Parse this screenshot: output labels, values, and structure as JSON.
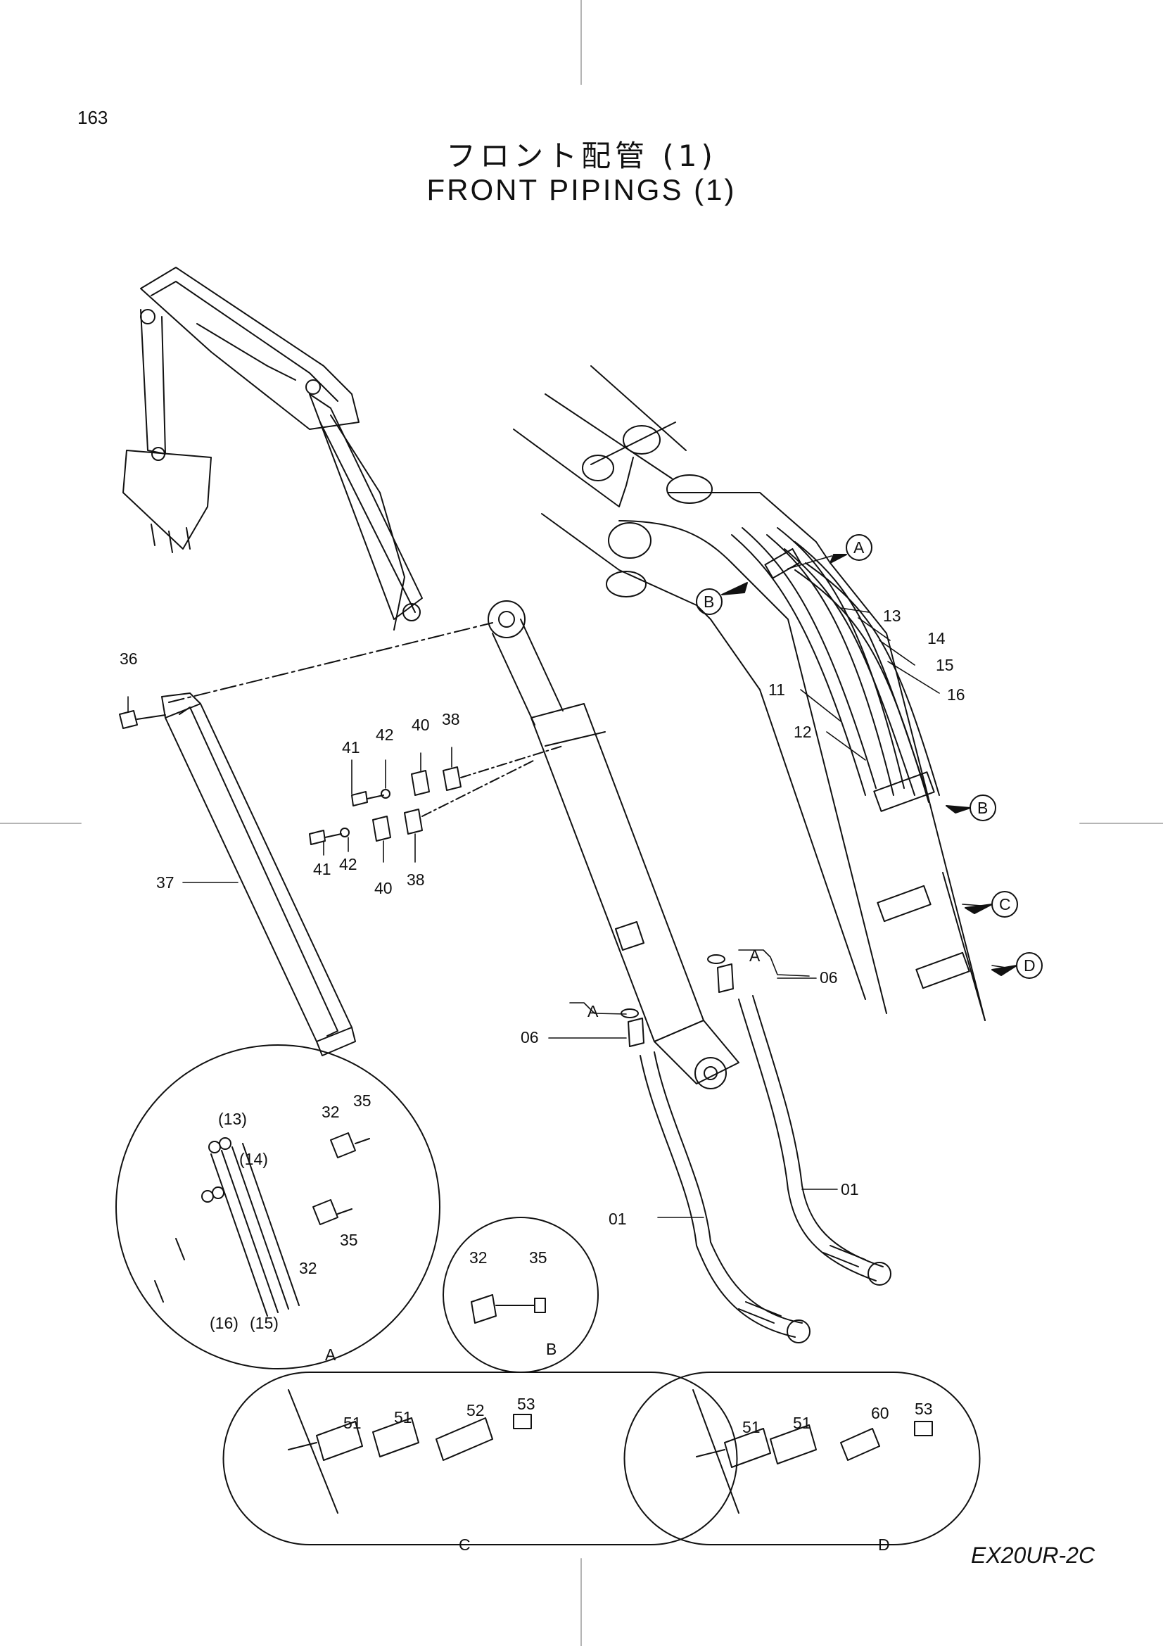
{
  "page": {
    "number": "163",
    "model_code": "EX20UR-2C"
  },
  "title": {
    "japanese": "フロント配管 (1)",
    "english": "FRONT PIPINGS (1)"
  },
  "callouts": {
    "a": "A",
    "b": "B",
    "c": "C",
    "d": "D",
    "p01": "01",
    "p06": "06",
    "p11": "11",
    "p12": "12",
    "p13": "13",
    "p14": "14",
    "p15": "15",
    "p16": "16",
    "p32": "32",
    "p35": "35",
    "p36": "36",
    "p37": "37",
    "p38": "38",
    "p40": "40",
    "p41": "41",
    "p42": "42",
    "p51": "51",
    "p52": "52",
    "p53": "53",
    "p60": "60",
    "r13": "(13)",
    "r14": "(14)",
    "r15": "(15)",
    "r16": "(16)"
  },
  "colors": {
    "line": "#111111",
    "background": "#ffffff",
    "registration": "#b5b5b5"
  }
}
